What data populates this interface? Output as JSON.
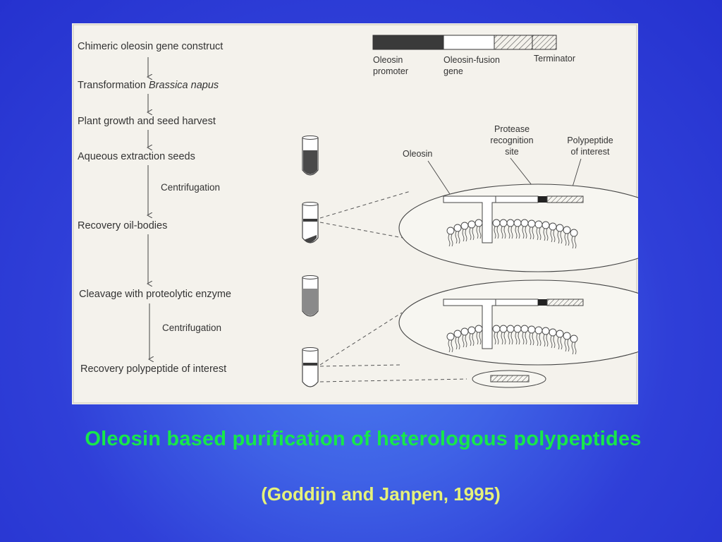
{
  "figure": {
    "steps": [
      "Chimeric oleosin gene construct",
      "Transformation ",
      "Brassica napus",
      "Plant growth and seed harvest",
      "Aqueous extraction seeds",
      "Recovery oil-bodies",
      "Cleavage with proteolytic enzyme",
      "Recovery polypeptide of interest"
    ],
    "centrifugation_1": "Centrifugation",
    "centrifugation_2": "Centrifugation",
    "construct_labels": {
      "promoter": [
        "Oleosin",
        "promoter"
      ],
      "fusion": [
        "Oleosin-fusion",
        "gene"
      ],
      "terminator": "Terminator"
    },
    "protein_labels": {
      "oleosin": "Oleosin",
      "protease": [
        "Protease",
        "recognition",
        "site"
      ],
      "polypeptide": [
        "Polypeptide",
        "of interest"
      ]
    }
  },
  "caption": "Oleosin based purification of heterologous polypeptides",
  "citation": "(Goddijn and Janpen, 1995)",
  "colors": {
    "background": "#2f3fd8",
    "caption": "#17e84a",
    "citation": "#e6f27a",
    "figure_bg": "#f4f2ec"
  }
}
